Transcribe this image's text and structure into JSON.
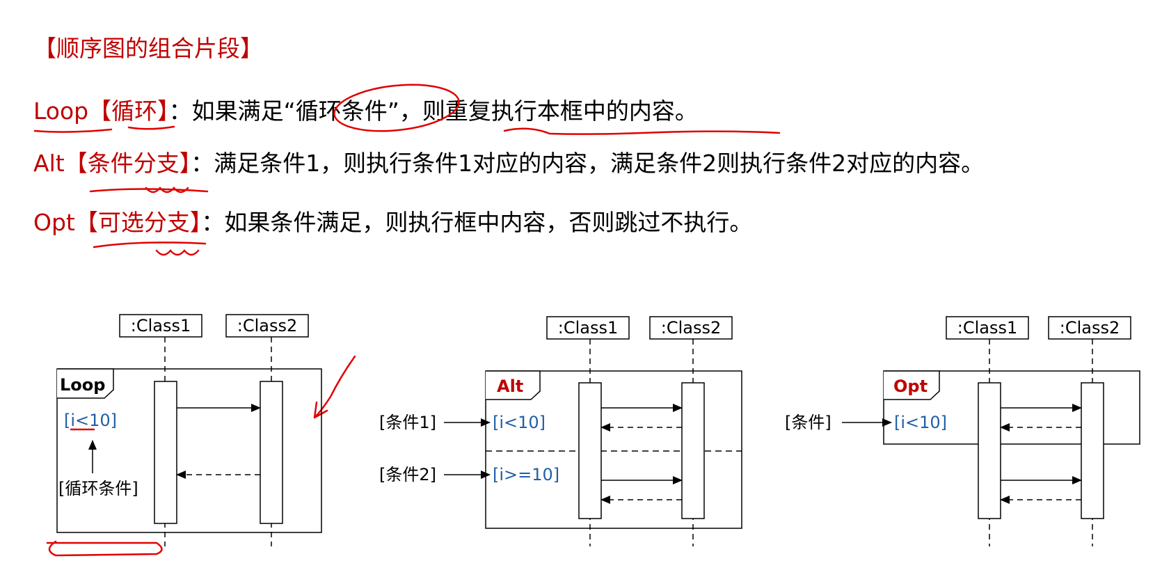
{
  "title": "【顺序图的组合片段】",
  "definitions": {
    "loop": {
      "keyword": "Loop",
      "cn": "【循环】",
      "sep": "：",
      "text_before": "如果满足",
      "quote": "“循环条件”",
      "text_after": "，则重复执行本框中的内容。"
    },
    "alt": {
      "keyword": "Alt",
      "cn": "【条件分支】",
      "sep": "：",
      "text": "满足条件1，则执行条件1对应的内容，满足条件2则执行条件2对应的内容。"
    },
    "opt": {
      "keyword": "Opt",
      "cn": "【可选分支】",
      "sep": "：",
      "text": "如果条件满足，则执行框中内容，否则跳过不执行。"
    }
  },
  "colors": {
    "keyword": "#c00000",
    "guard": "#1f5fa8",
    "annotation": "#e00000"
  },
  "diagram_loop": {
    "class1": ":Class1",
    "class2": ":Class2",
    "tag": "Loop",
    "guard": "[i<10]",
    "note": "[循环条件]"
  },
  "diagram_alt": {
    "class1": ":Class1",
    "class2": ":Class2",
    "tag": "Alt",
    "guard1": "[i<10]",
    "guard2": "[i>=10]",
    "label1": "[条件1]",
    "label2": "[条件2]"
  },
  "diagram_opt": {
    "class1": ":Class1",
    "class2": ":Class2",
    "tag": "Opt",
    "guard": "[i<10]",
    "label": "[条件]"
  }
}
